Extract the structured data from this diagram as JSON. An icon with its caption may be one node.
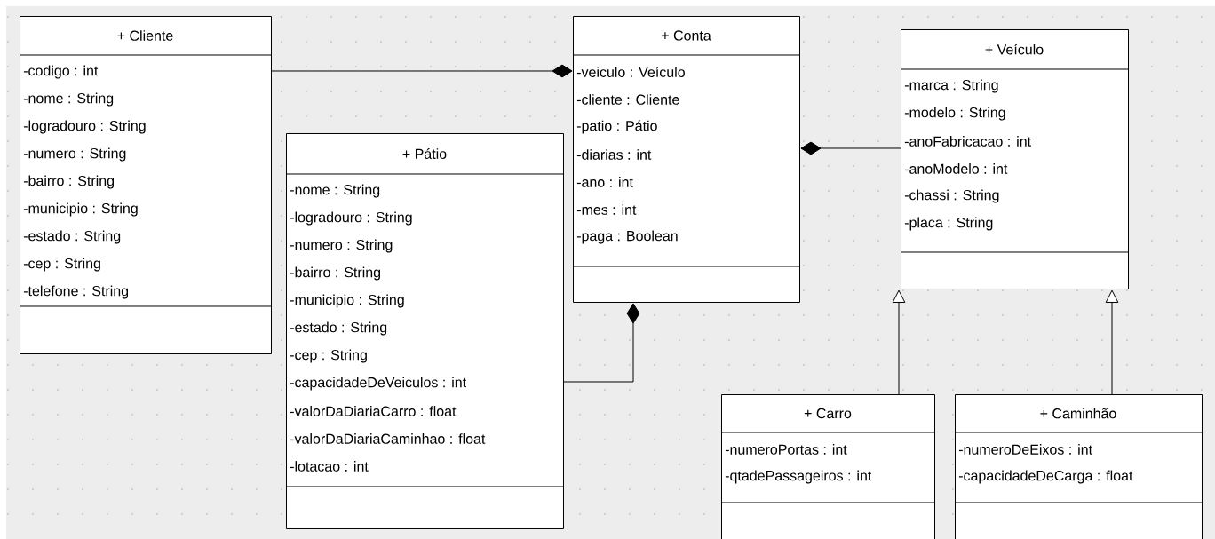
{
  "diagram": {
    "nodes": [
      {
        "text": [
          "+ Cliente",
          "-codigo : int",
          "-nome : String",
          "-logradouro : String",
          "-numero : String",
          "-bairro : String",
          "-municipio : String",
          "-estado : String",
          "-cep : String",
          "-telefone : String"
        ]
      },
      {
        "text": [
          "+ Conta",
          "-veiculo : Veículo",
          "-cliente : Cliente",
          "-patio : Pátio",
          "-diarias : int",
          "-ano : int",
          "-mes : int",
          "-paga : Boolean"
        ]
      },
      {
        "text": [
          "+ Veículo",
          "-marca : String",
          "-modelo : String",
          "-anoFabricacao : int",
          "-anoModelo : int",
          "-chassi : String",
          "-placa : String"
        ]
      },
      {
        "text": [
          "+ Pátio",
          "-nome : String",
          "-logradouro : String",
          "-numero : String",
          "-bairro : String",
          "-municipio : String",
          "-estado : String",
          "-cep : String",
          "-capacidadeDeVeiculos : int",
          "-valorDaDiariaCarro : float",
          "-valorDaDiariaCaminhao : float",
          "-lotacao : int"
        ]
      },
      {
        "text": [
          "+ Carro",
          "-numeroPortas : int",
          "-qtadePassageiros : int"
        ]
      },
      {
        "text": [
          "+ Caminhão",
          "-numeroDeEixos : int",
          "-capacidadeDeCarga : float"
        ]
      }
    ],
    "edges": [
      {
        "from": 0,
        "to": 1,
        "arrow": "other"
      },
      {
        "from": 2,
        "to": 1,
        "arrow": "other"
      },
      {
        "from": 3,
        "to": 1,
        "arrow": "other"
      },
      {
        "from": 4,
        "to": 2,
        "arrow": "to"
      },
      {
        "from": 5,
        "to": 2,
        "arrow": "to"
      }
    ]
  }
}
